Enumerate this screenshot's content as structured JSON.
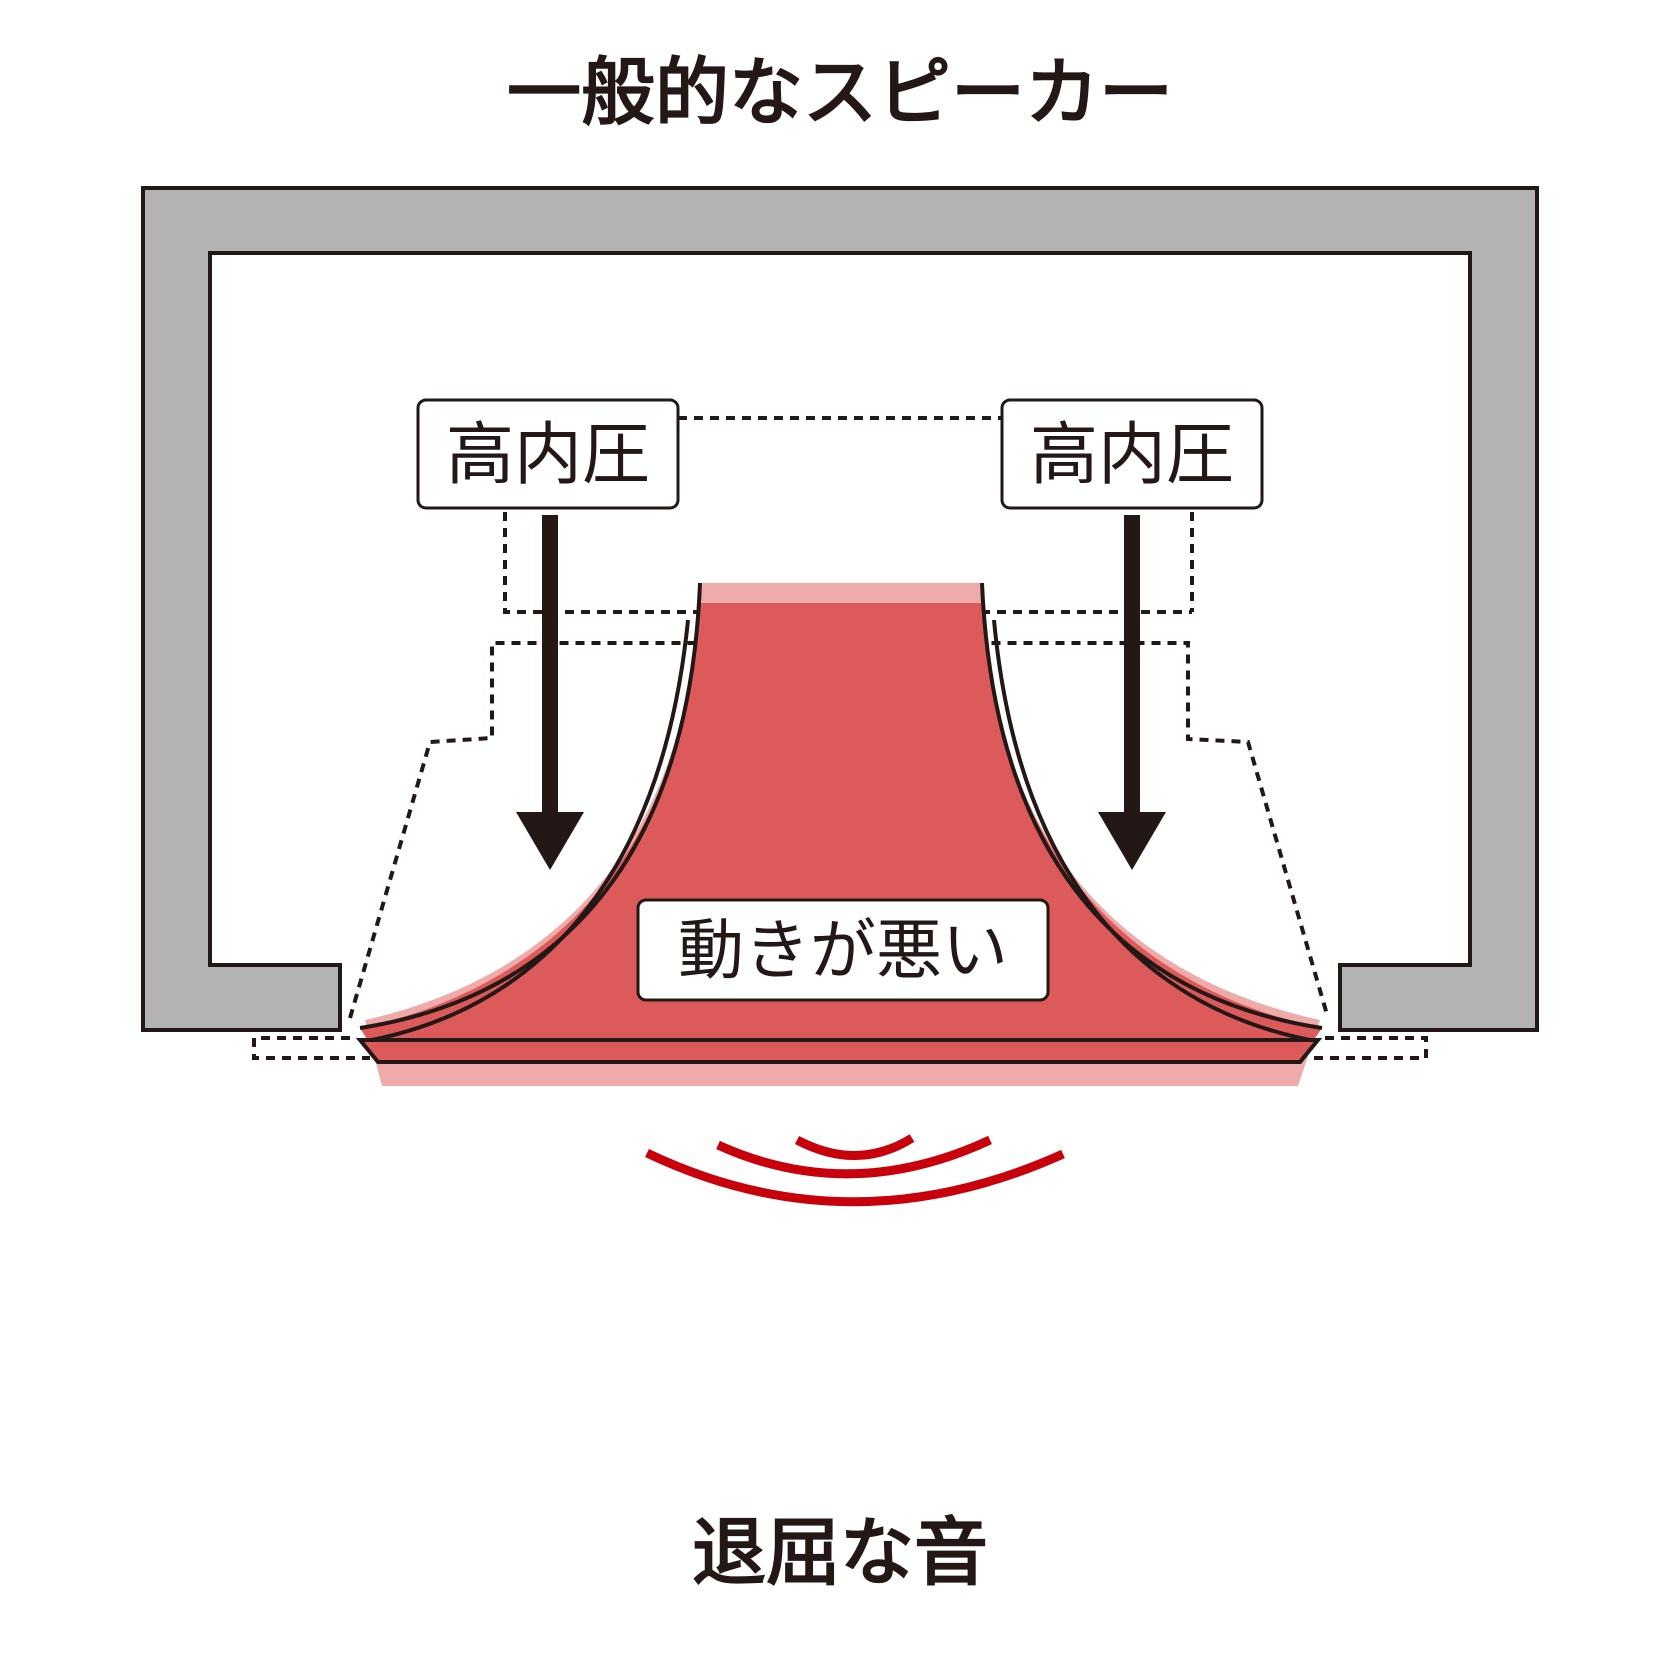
{
  "title": "一般的なスピーカー",
  "labels": {
    "pressure_left": "高内圧",
    "pressure_right": "高内圧",
    "cone_status": "動きが悪い"
  },
  "caption": "退屈な音",
  "colors": {
    "enclosure_gray": "#b3b3b3",
    "outline": "#231815",
    "cone_red": "#dc5a5a",
    "cone_pink": "#efaaaa",
    "sound_wave_red": "#c8000b"
  }
}
